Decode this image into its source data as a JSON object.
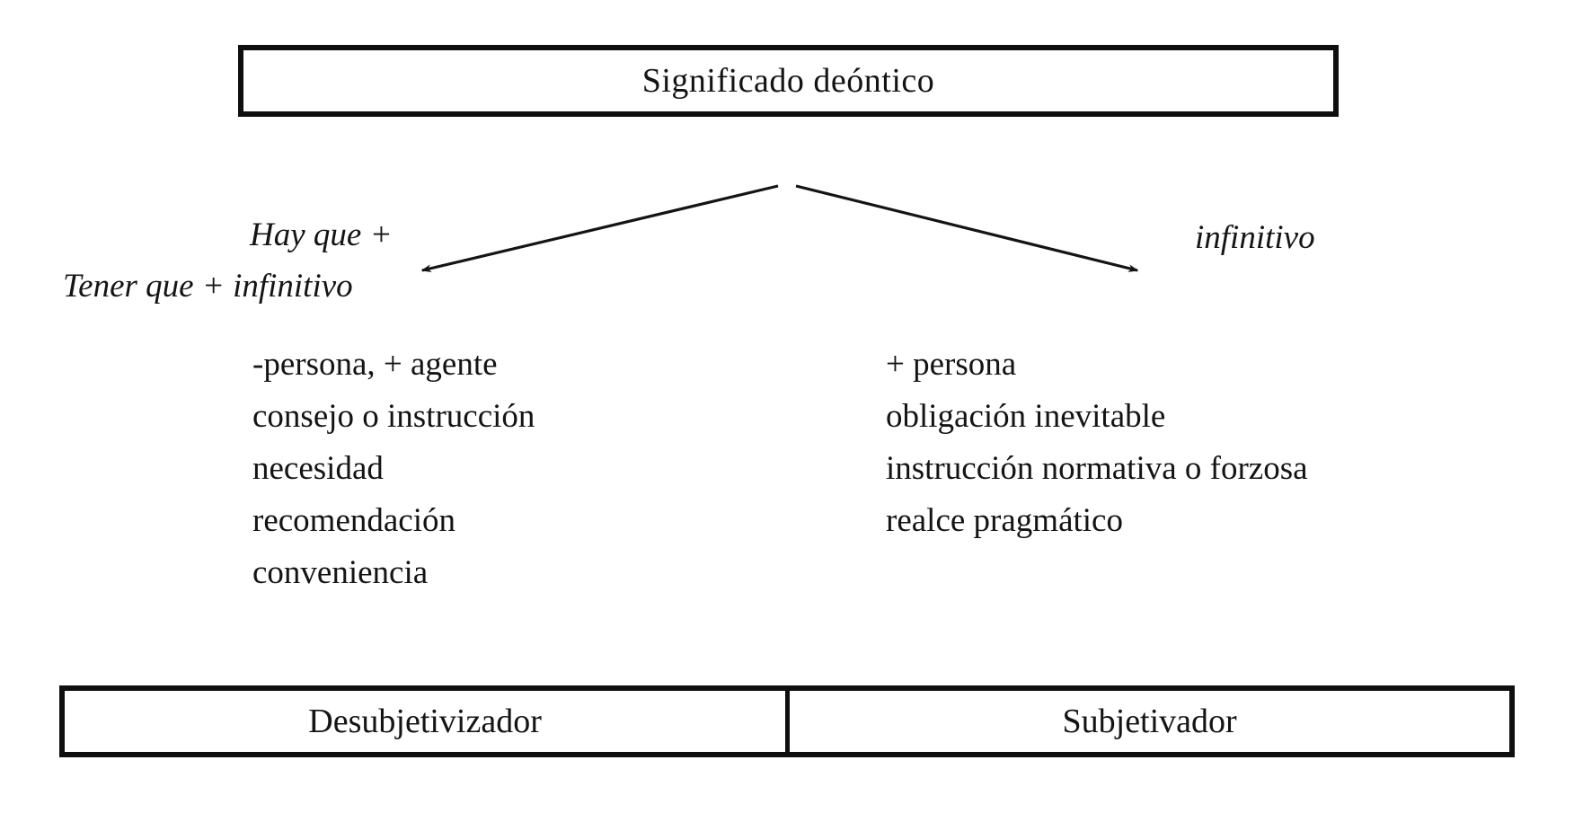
{
  "diagram": {
    "title": "Significado deóntico",
    "left_branch": {
      "construction_line1": "Hay que +",
      "construction_line2": "Tener que + infinitivo",
      "features": [
        "-persona, + agente",
        "consejo o instrucción",
        "necesidad",
        "recomendación",
        "conveniencia"
      ],
      "category": "Desubjetivizador"
    },
    "right_branch": {
      "construction": "infinitivo",
      "features": [
        "+ persona",
        "obligación inevitable",
        "instrucción normativa o forzosa",
        "realce pragmático"
      ],
      "category": "Subjetivador"
    },
    "colors": {
      "ink": "#141414",
      "border": "#0f0f0f",
      "background": "#ffffff"
    }
  }
}
